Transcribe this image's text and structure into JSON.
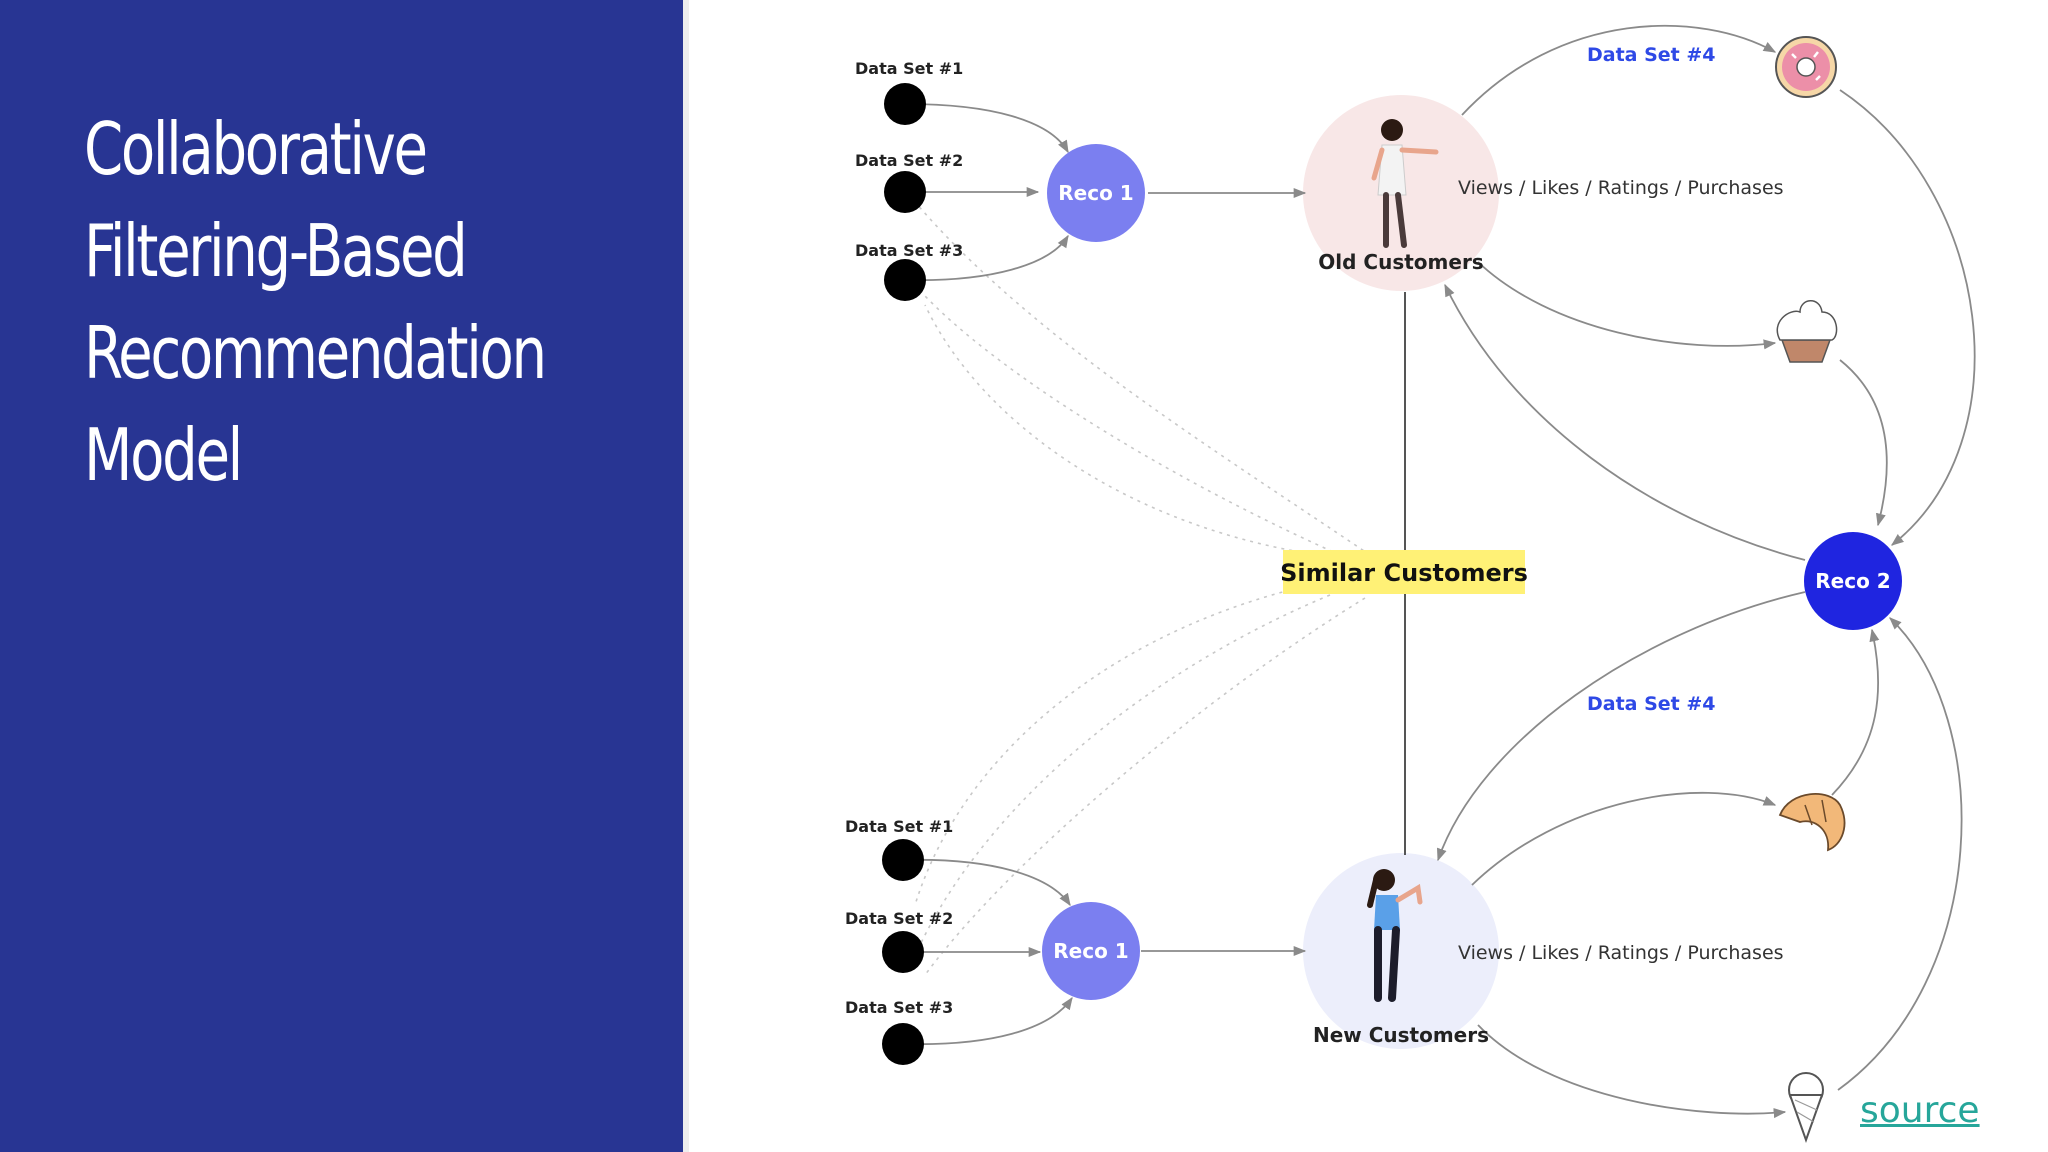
{
  "title_lines": [
    "Collaborative",
    "Filtering-Based",
    "Recommendation",
    "Model"
  ],
  "diagram": {
    "top_datasets": [
      "Data Set #1",
      "Data Set #2",
      "Data Set #3"
    ],
    "bottom_datasets": [
      "Data Set #1",
      "Data Set #2",
      "Data Set #3"
    ],
    "reco1_top": "Reco 1",
    "reco1_bottom": "Reco 1",
    "reco2": "Reco 2",
    "old_customers": "Old Customers",
    "new_customers": "New Customers",
    "similar_customers": "Similar Customers",
    "interaction_top": "Views / Likes / Ratings / Purchases",
    "interaction_bottom": "Views / Likes / Ratings / Purchases",
    "dataset4_top": "Data Set #4",
    "dataset4_bottom": "Data Set #4",
    "items": [
      "donut-icon",
      "cupcake-icon",
      "croissant-icon",
      "ice-cream-icon"
    ],
    "colors": {
      "panel": "#283593",
      "reco1": "#7b7ff0",
      "reco2": "#1f25e0",
      "customer_bubble": "#f8e7e7",
      "customer_bubble_new": "#eceefb",
      "highlight": "#fff176",
      "dataset4": "#2e49e6"
    }
  },
  "source_label": "source"
}
